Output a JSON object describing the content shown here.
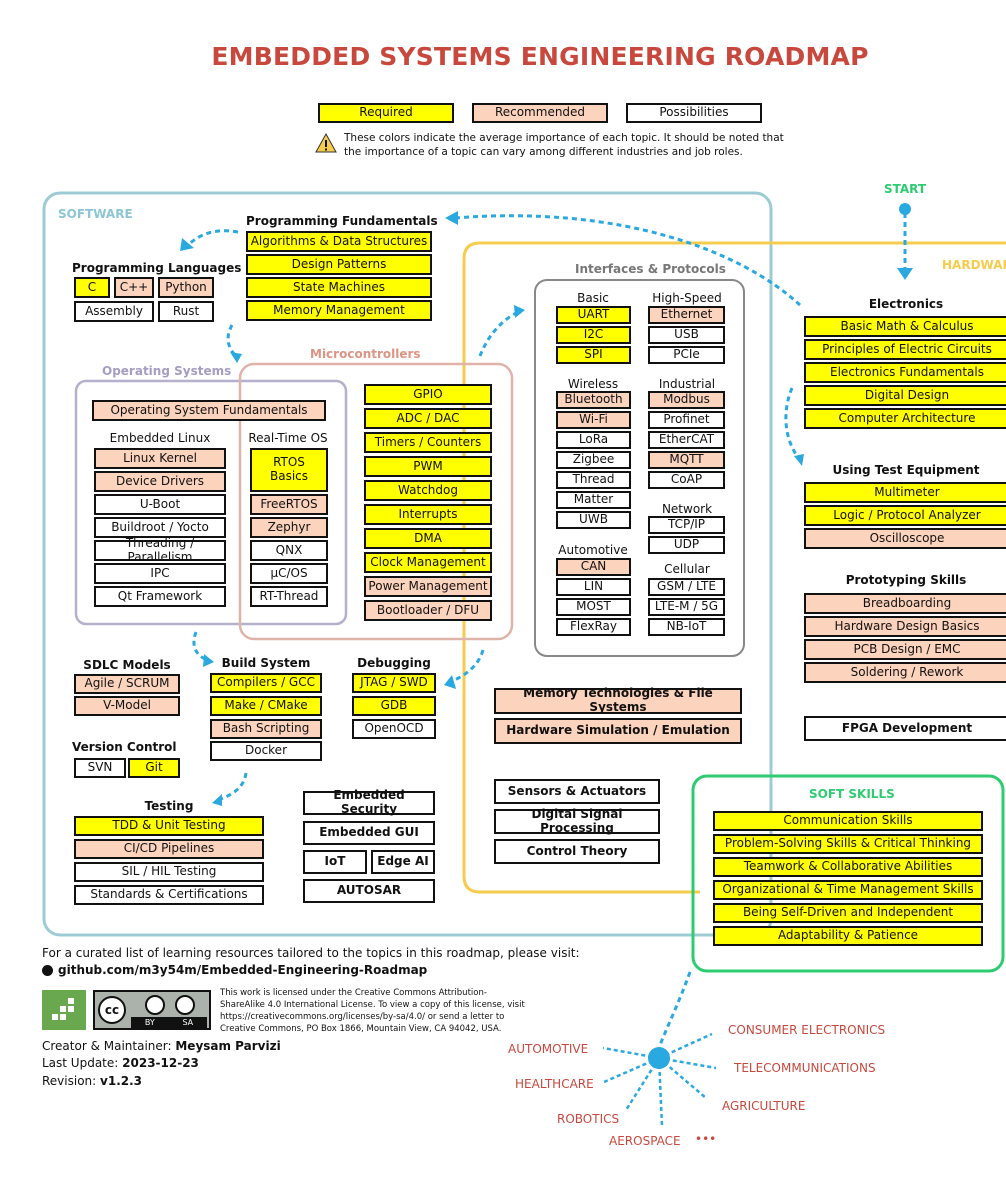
{
  "title": "EMBEDDED SYSTEMS ENGINEERING ROADMAP",
  "legend": {
    "required": "Required",
    "recommended": "Recommended",
    "possibilities": "Possibilities",
    "note_line1": "These colors indicate the average importance of each topic. It should be noted that",
    "note_line2": "the importance of a topic can vary among different industries and job roles."
  },
  "start": "START",
  "sections": {
    "software": "SOFTWARE",
    "hardware": "HARDWARE",
    "soft_skills": "SOFT SKILLS",
    "operating_systems": "Operating Systems",
    "microcontrollers": "Microcontrollers",
    "interfaces": "Interfaces & Protocols"
  },
  "programming_fundamentals": {
    "title": "Programming Fundamentals",
    "items": [
      "Algorithms & Data Structures",
      "Design Patterns",
      "State Machines",
      "Memory Management"
    ]
  },
  "programming_languages": {
    "title": "Programming Languages",
    "items": [
      "C",
      "C++",
      "Python",
      "Assembly",
      "Rust"
    ]
  },
  "os": {
    "fundamentals": "Operating System Fundamentals",
    "embedded_linux": "Embedded Linux",
    "rtos_title": "Real-Time OS",
    "linux_items": [
      "Linux Kernel",
      "Device Drivers",
      "U-Boot",
      "Buildroot / Yocto",
      "Threading / Parallelism",
      "IPC",
      "Qt Framework"
    ],
    "rtos_items": [
      "RTOS Basics",
      "FreeRTOS",
      "Zephyr",
      "QNX",
      "µC/OS",
      "RT-Thread"
    ]
  },
  "mcu_items": [
    "GPIO",
    "ADC / DAC",
    "Timers / Counters",
    "PWM",
    "Watchdog",
    "Interrupts",
    "DMA",
    "Clock Management",
    "Power Management",
    "Bootloader / DFU"
  ],
  "interfaces": {
    "basic_title": "Basic",
    "basic": [
      "UART",
      "I2C",
      "SPI"
    ],
    "highspeed_title": "High-Speed",
    "highspeed": [
      "Ethernet",
      "USB",
      "PCIe"
    ],
    "wireless_title": "Wireless",
    "wireless": [
      "Bluetooth",
      "Wi-Fi",
      "LoRa",
      "Zigbee",
      "Thread",
      "Matter",
      "UWB"
    ],
    "industrial_title": "Industrial",
    "industrial": [
      "Modbus",
      "Profinet",
      "EtherCAT",
      "MQTT",
      "CoAP"
    ],
    "network_title": "Network",
    "network": [
      "TCP/IP",
      "UDP"
    ],
    "automotive_title": "Automotive",
    "automotive": [
      "CAN",
      "LIN",
      "MOST",
      "FlexRay"
    ],
    "cellular_title": "Cellular",
    "cellular": [
      "GSM / LTE",
      "LTE-M / 5G",
      "NB-IoT"
    ]
  },
  "electronics": {
    "title": "Electronics",
    "items": [
      "Basic Math & Calculus",
      "Principles of Electric Circuits",
      "Electronics Fundamentals",
      "Digital Design",
      "Computer Architecture"
    ]
  },
  "test_equipment": {
    "title": "Using Test Equipment",
    "items": [
      "Multimeter",
      "Logic / Protocol Analyzer",
      "Oscilloscope"
    ]
  },
  "prototyping": {
    "title": "Prototyping Skills",
    "items": [
      "Breadboarding",
      "Hardware Design Basics",
      "PCB Design / EMC",
      "Soldering / Rework"
    ]
  },
  "fpga": "FPGA Development",
  "sdlc": {
    "title": "SDLC Models",
    "items": [
      "Agile / SCRUM",
      "V-Model"
    ]
  },
  "build": {
    "title": "Build System",
    "items": [
      "Compilers / GCC",
      "Make / CMake",
      "Bash Scripting",
      "Docker"
    ]
  },
  "debugging": {
    "title": "Debugging",
    "items": [
      "JTAG / SWD",
      "GDB",
      "OpenOCD"
    ]
  },
  "version_control": {
    "title": "Version Control",
    "items": [
      "SVN",
      "Git"
    ]
  },
  "testing": {
    "title": "Testing",
    "items": [
      "TDD & Unit Testing",
      "CI/CD Pipelines",
      "SIL / HIL Testing",
      "Standards & Certifications"
    ]
  },
  "misc": [
    "Embedded Security",
    "Embedded GUI",
    "IoT",
    "Edge AI",
    "AUTOSAR"
  ],
  "memory": [
    "Memory Technologies & File Systems",
    "Hardware Simulation / Emulation"
  ],
  "dsp": [
    "Sensors & Actuators",
    "Digital Signal Processing",
    "Control Theory"
  ],
  "soft_skills": [
    "Communication Skills",
    "Problem-Solving Skills & Critical Thinking",
    "Teamwork & Collaborative Abilities",
    "Organizational & Time Management Skills",
    "Being Self-Driven and Independent",
    "Adaptability & Patience"
  ],
  "footer": {
    "resources": "For a curated list of learning resources tailored to the topics in this roadmap, please visit:",
    "repo": "github.com/m3y54m/Embedded-Engineering-Roadmap",
    "license_lines": [
      "This work is licensed under the Creative Commons Attribution-",
      "ShareAlike 4.0 International License. To view a copy of this license, visit",
      "https://creativecommons.org/licenses/by-sa/4.0/ or send a letter to",
      "Creative Commons, PO Box 1866, Mountain View, CA 94042, USA."
    ],
    "cc": "cc",
    "by": "BY",
    "sa": "SA",
    "creator_label": "Creator & Maintainer: ",
    "creator": "Meysam Parvizi",
    "update_label": "Last Update: ",
    "update": "2023-12-23",
    "revision_label": "Revision: ",
    "revision": "v1.2.3"
  },
  "applications": [
    "CONSUMER ELECTRONICS",
    "AUTOMOTIVE",
    "TELECOMMUNICATIONS",
    "HEALTHCARE",
    "AGRICULTURE",
    "ROBOTICS",
    "AEROSPACE",
    "•••"
  ],
  "colors": {
    "required": "#ffff00",
    "recommended": "#fcd3bd",
    "software": "#9ccbd6",
    "hardware": "#f5cc4c",
    "softskills": "#2ecc71",
    "os": "#b7b0cd",
    "mcu": "#e0b3a8",
    "accent": "#c8483e",
    "arrow": "#29a9e0"
  }
}
